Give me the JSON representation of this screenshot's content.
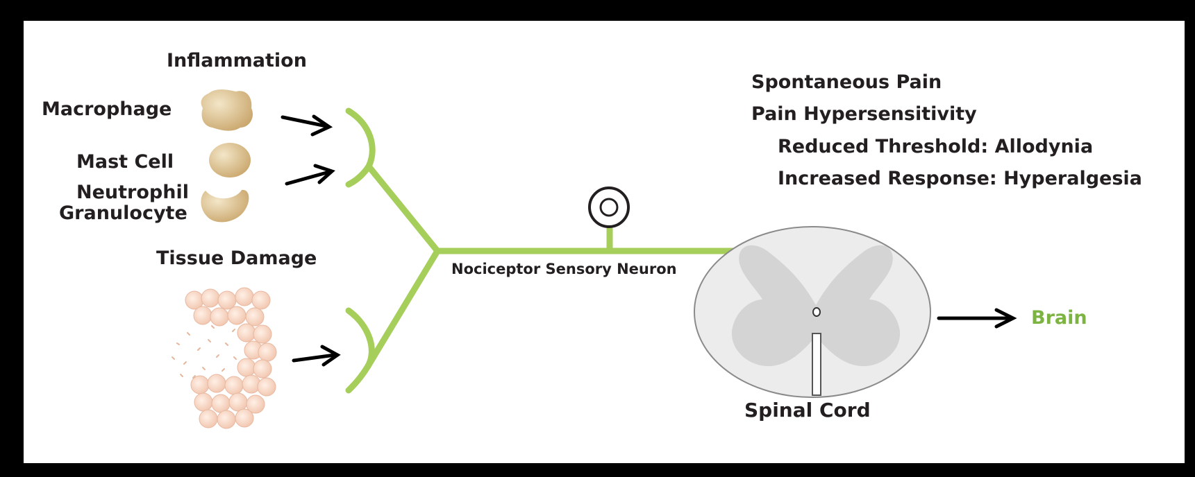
{
  "labels": {
    "inflammation": "Inflammation",
    "macrophage": "Macrophage",
    "mast_cell": "Mast Cell",
    "neutrophil_line1": "Neutrophil",
    "neutrophil_line2": "Granulocyte",
    "tissue_damage": "Tissue Damage",
    "neuron": "Nociceptor Sensory Neuron",
    "spinal_cord": "Spinal Cord",
    "brain": "Brain"
  },
  "outcomes": {
    "line1": "Spontaneous Pain",
    "line2": "Pain Hypersensitivity",
    "line3": "Reduced Threshold: Allodynia",
    "line4": "Increased Response: Hyperalgesia"
  },
  "colors": {
    "neuron_green": "#a6ce5a",
    "brain_green": "#7cb342",
    "cell_tan": "#d7bd8c",
    "tissue_pink": "#f5d3c0",
    "cord_outer": "#ececec",
    "cord_gray": "#d4d4d4"
  }
}
